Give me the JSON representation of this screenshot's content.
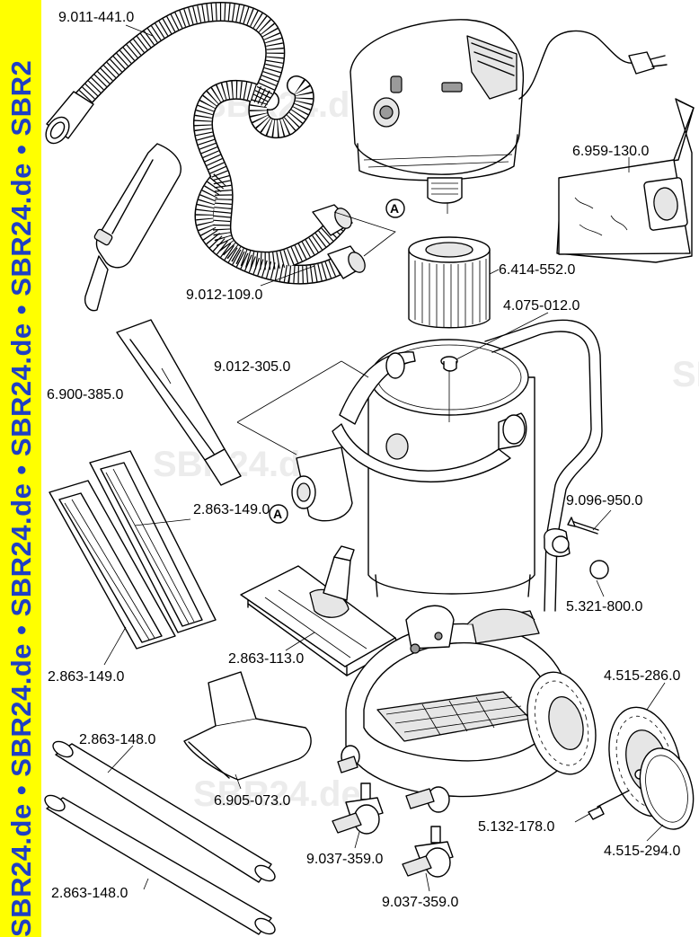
{
  "banner": {
    "text": "SBR24.de • SBR24.de • SBR24.de • SBR24.de • SBR24.de • SBR2",
    "color": "#1f3fc4",
    "background": "#ffff00"
  },
  "watermark": {
    "text": "SBR24.de"
  },
  "callout_marker": "A",
  "parts": [
    {
      "id": "p1",
      "label": "9.011-441.0"
    },
    {
      "id": "p2",
      "label": "6.959-130.0"
    },
    {
      "id": "p3",
      "label": "9.012-109.0"
    },
    {
      "id": "p4",
      "label": "6.414-552.0"
    },
    {
      "id": "p5",
      "label": "4.075-012.0"
    },
    {
      "id": "p6",
      "label": "9.012-305.0"
    },
    {
      "id": "p7",
      "label": "6.900-385.0"
    },
    {
      "id": "p8",
      "label": "2.863-149.0"
    },
    {
      "id": "p9",
      "label": "9.096-950.0"
    },
    {
      "id": "p10",
      "label": "5.321-800.0"
    },
    {
      "id": "p11",
      "label": "2.863-113.0"
    },
    {
      "id": "p12",
      "label": "2.863-149.0"
    },
    {
      "id": "p13",
      "label": "4.515-286.0"
    },
    {
      "id": "p14",
      "label": "2.863-148.0"
    },
    {
      "id": "p15",
      "label": "6.905-073.0"
    },
    {
      "id": "p16",
      "label": "5.132-178.0"
    },
    {
      "id": "p17",
      "label": "4.515-294.0"
    },
    {
      "id": "p18",
      "label": "9.037-359.0"
    },
    {
      "id": "p19",
      "label": "9.037-359.0"
    },
    {
      "id": "p20",
      "label": "2.863-148.0"
    }
  ]
}
